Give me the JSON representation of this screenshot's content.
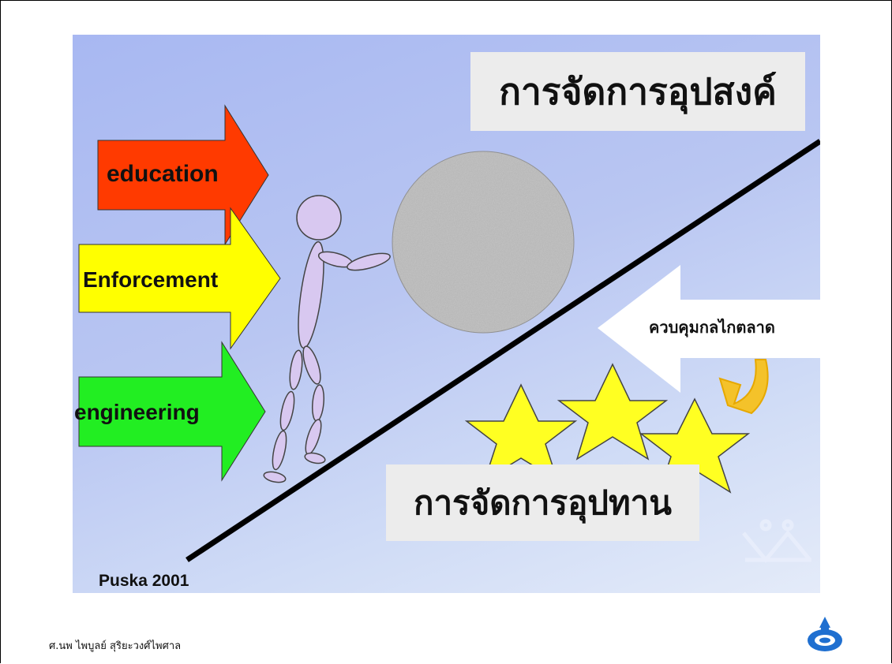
{
  "slide": {
    "title": "การจัดการอุปสงค์",
    "supply_label": "การจัดการอุปทาน",
    "market_label": "ควบคุมกลไกตลาด",
    "credit": "Puska 2001"
  },
  "arrows": [
    {
      "label": "education",
      "color": "#ff3a00"
    },
    {
      "label": "Enforcement",
      "color": "#ffff00"
    },
    {
      "label": "engineering",
      "color": "#22ee22"
    }
  ],
  "footer": {
    "author": "ศ.นพ ไพบูลย์ สุริยะวงศ์ไพศาล"
  },
  "icons": {
    "logo": "institution-logo-icon",
    "stars": "star-icon",
    "boulder": "boulder-icon",
    "figure": "stick-figure-icon"
  },
  "colors": {
    "star_fill": "#ffff22",
    "slope_line": "#000000",
    "curved_arrow": "#f4c22a",
    "logo_blue": "#1f6fd0"
  }
}
